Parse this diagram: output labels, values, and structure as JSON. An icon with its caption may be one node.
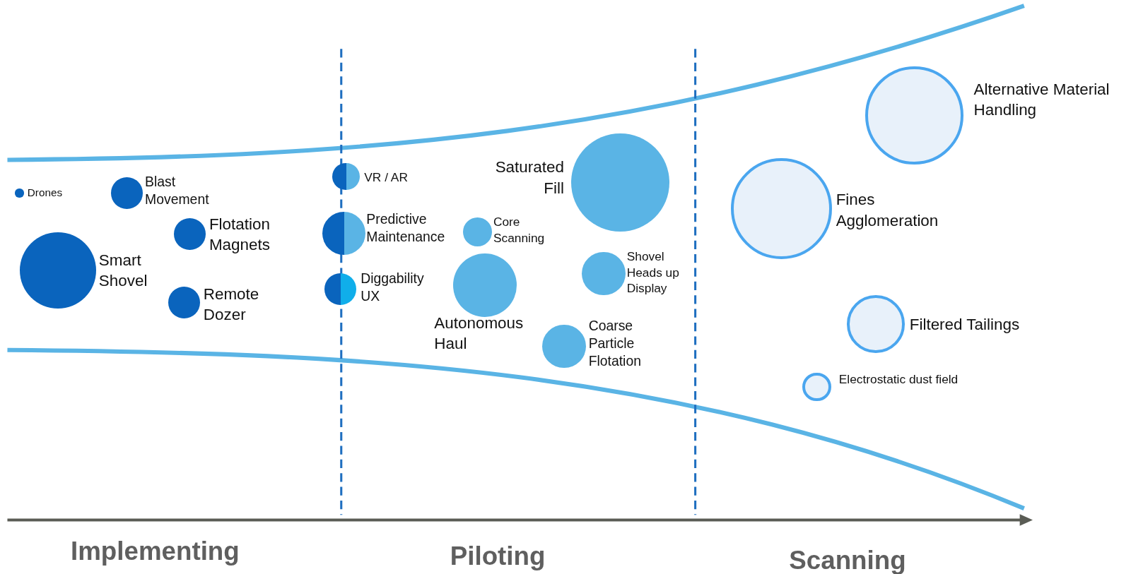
{
  "diagram": {
    "nodes": [
      {
        "text": [
          "Drones"
        ]
      },
      {
        "text": [
          "Blast Movement"
        ]
      },
      {
        "text": [
          "Flotation Magnets"
        ]
      },
      {
        "text": [
          "Smart Shovel"
        ]
      },
      {
        "text": [
          "Remote Dozer"
        ]
      },
      {
        "text": [
          "VR / AR"
        ]
      },
      {
        "text": [
          "Predictive Maintenance"
        ]
      },
      {
        "text": [
          "Diggability UX"
        ]
      },
      {
        "text": [
          "Core Scanning"
        ]
      },
      {
        "text": [
          "Saturated Fill"
        ]
      },
      {
        "text": [
          "Autonomous Haul"
        ]
      },
      {
        "text": [
          "Shovel Heads up Display"
        ]
      },
      {
        "text": [
          "Coarse Particle Flotation"
        ]
      },
      {
        "text": [
          "Alternative Material Handling"
        ]
      },
      {
        "text": [
          "Fines Agglomeration"
        ]
      },
      {
        "text": [
          "Filtered Tailings"
        ]
      },
      {
        "text": [
          "Electrostatic dust field"
        ]
      }
    ],
    "edges": [],
    "labels": [
      "Implementing",
      "Piloting",
      "Scanning"
    ]
  }
}
